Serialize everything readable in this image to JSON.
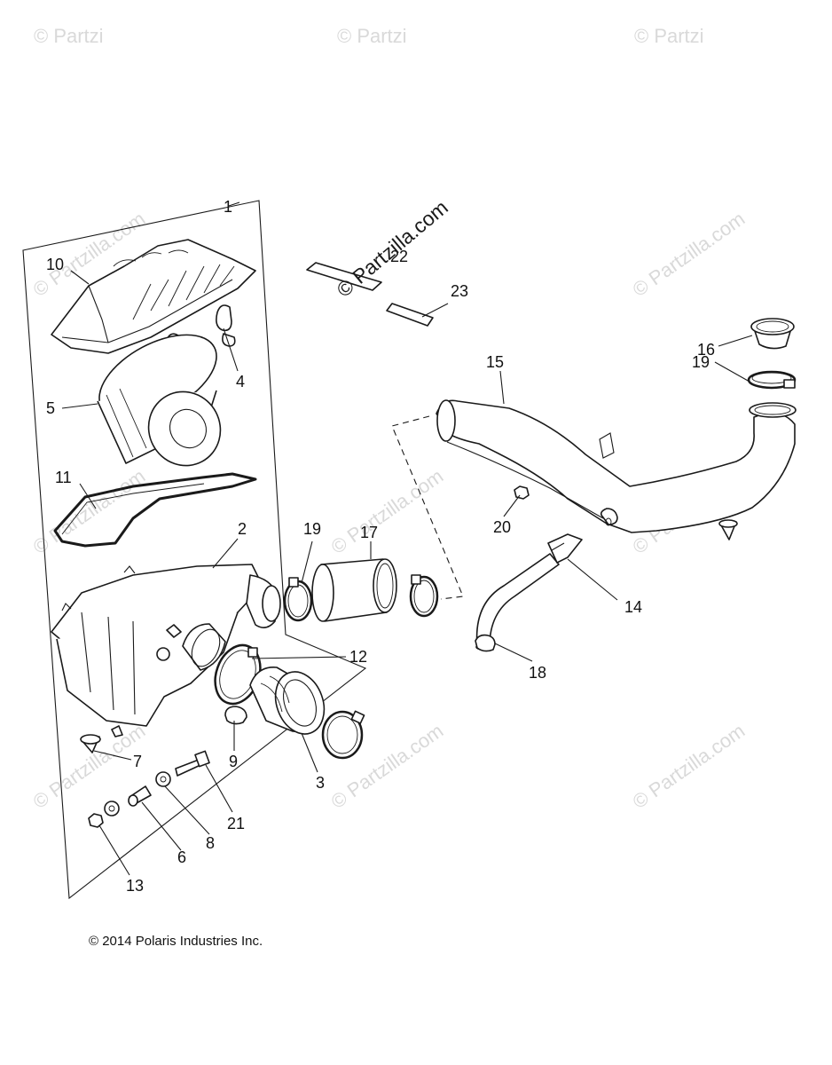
{
  "watermark": "© Partzilla.com",
  "watermark_short": "© Partzi",
  "copyright": "© 2014 Polaris Industries Inc.",
  "callouts": {
    "c1": "1",
    "c2": "2",
    "c3": "3",
    "c4": "4",
    "c5": "5",
    "c6": "6",
    "c7": "7",
    "c8": "8",
    "c9": "9",
    "c10": "10",
    "c11": "11",
    "c12": "12",
    "c13": "13",
    "c14": "14",
    "c15": "15",
    "c16": "16",
    "c17": "17",
    "c18": "18",
    "c19a": "19",
    "c19b": "19",
    "c20": "20",
    "c21": "21",
    "c22": "22",
    "c23": "23"
  }
}
